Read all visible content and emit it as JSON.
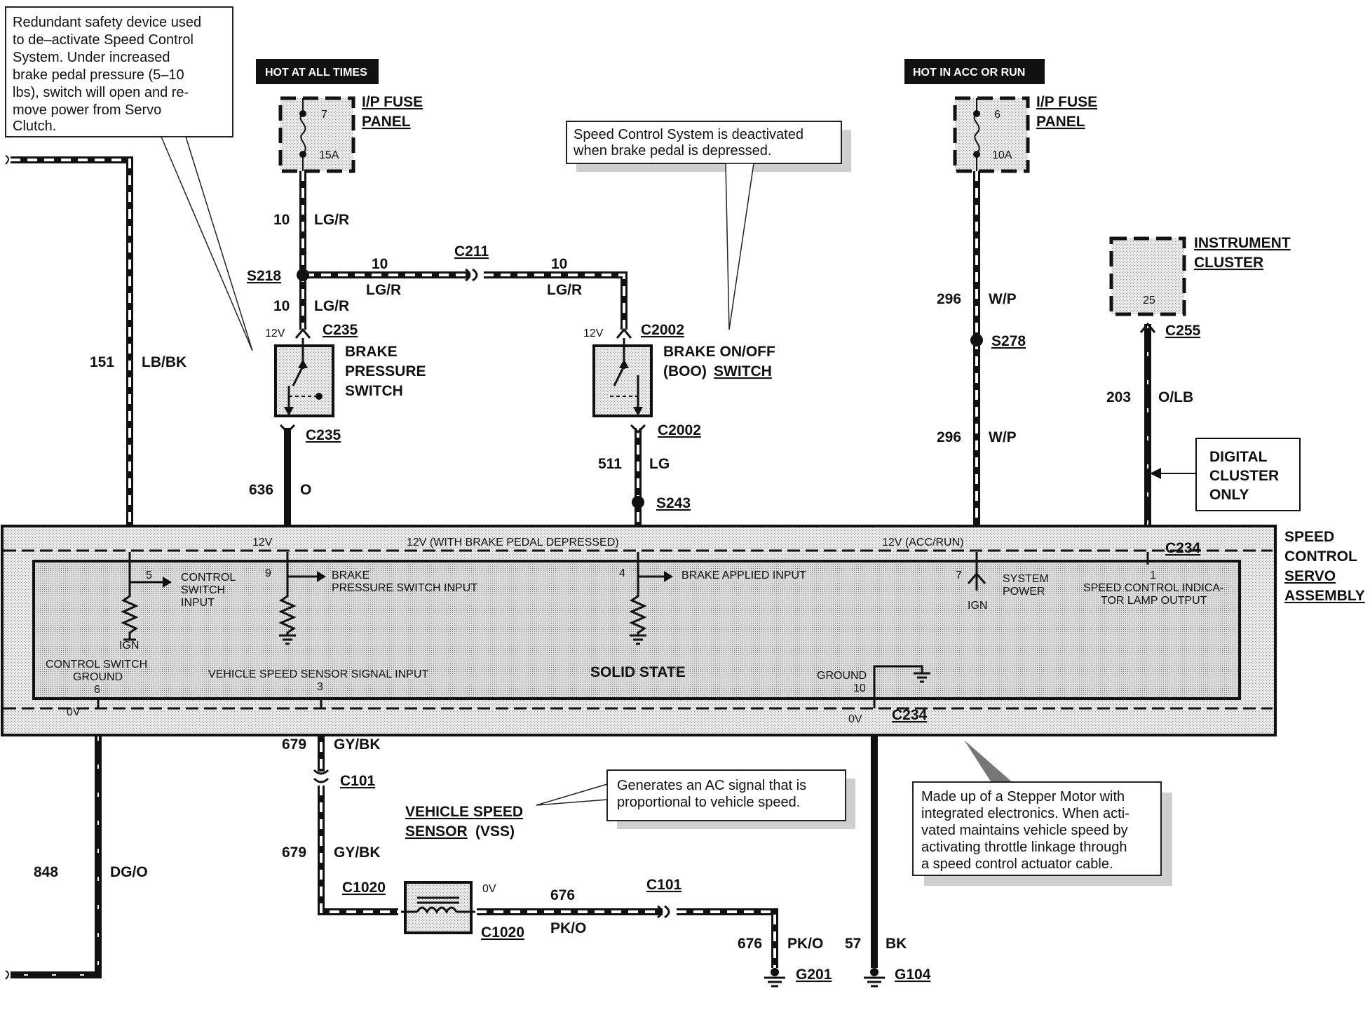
{
  "notes": {
    "redundant": [
      "Redundant safety device used",
      "to de–activate Speed Control",
      "System.  Under  increased",
      "brake pedal pressure (5–10",
      "lbs), switch will open and re-",
      "move  power  from  Servo",
      "Clutch."
    ],
    "boo": [
      "Speed Control System is deactivated",
      "when brake pedal is depressed."
    ],
    "vss": [
      "Generates an AC signal that is",
      "proportional to vehicle speed."
    ],
    "stepper": [
      "Made up of a Stepper Motor with",
      "integrated electronics. When acti-",
      "vated maintains vehicle speed by",
      "activating throttle linkage through",
      "a speed control actuator cable."
    ]
  },
  "headers": {
    "hot_always": "HOT AT ALL TIMES",
    "hot_acc": "HOT IN ACC OR RUN"
  },
  "fuse1": {
    "title1": "I/P FUSE",
    "title2": "PANEL",
    "num": "7",
    "amp": "15A"
  },
  "fuse2": {
    "title1": "I/P FUSE",
    "title2": "PANEL",
    "num": "6",
    "amp": "10A"
  },
  "cluster": {
    "title1": "INSTRUMENT",
    "title2": "CLUSTER",
    "pin": "25",
    "conn": "C255"
  },
  "digital_note": [
    "DIGITAL",
    "CLUSTER",
    "ONLY"
  ],
  "brake_pressure": {
    "title": [
      "BRAKE",
      "PRESSURE",
      "SWITCH"
    ],
    "conn": "C235",
    "v": "12V"
  },
  "boo_switch": {
    "title1": "BRAKE ON/OFF",
    "title2a": "(BOO)",
    "title2b": "SWITCH",
    "conn": "C2002",
    "v": "12V"
  },
  "splices": {
    "s218": "S218",
    "s243": "S243",
    "s278": "S278",
    "c211": "C211"
  },
  "wires": {
    "w151": "151",
    "c151": "LB/BK",
    "w10": "10",
    "cLGR": "LG/R",
    "w636": "636",
    "cO": "O",
    "w511": "511",
    "cLG": "LG",
    "w296": "296",
    "cWP": "W/P",
    "w203": "203",
    "cOLB": "O/LB",
    "w679": "679",
    "cGYBK": "GY/BK",
    "w848": "848",
    "cDGO": "DG/O",
    "w676": "676",
    "cPKO": "PK/O",
    "w57": "57",
    "cBK": "BK"
  },
  "servo": {
    "title": [
      "SPEED",
      "CONTROL",
      "SERVO",
      "ASSEMBLY"
    ],
    "conn": "C234",
    "v12": "12V",
    "v12brake": "12V (WITH BRAKE PEDAL DEPRESSED)",
    "v12acc": "12V (ACC/RUN)",
    "solid": "SOLID STATE",
    "ov": "0V",
    "ign": "IGN",
    "pins": {
      "p5": "5",
      "p5a": "CONTROL",
      "p5b": "SWITCH",
      "p5c": "INPUT",
      "p9": "9",
      "p9a": "BRAKE",
      "p9b": "PRESSURE SWITCH INPUT",
      "p4": "4",
      "p4a": "BRAKE APPLIED INPUT",
      "p7": "7",
      "p7a": "SYSTEM",
      "p7b": "POWER",
      "p1": "1",
      "p1a": "SPEED CONTROL INDICA-",
      "p1b": "TOR LAMP OUTPUT",
      "p6a": "CONTROL SWITCH",
      "p6b": "GROUND",
      "p6": "6",
      "p3a": "VEHICLE SPEED SENSOR SIGNAL INPUT",
      "p3": "3",
      "p10a": "GROUND",
      "p10": "10"
    }
  },
  "vss": {
    "title1": "VEHICLE SPEED",
    "title2a": "SENSOR",
    "title2b": "(VSS)",
    "c101": "C101",
    "c1020": "C1020",
    "ov": "0V"
  },
  "grounds": {
    "g201": "G201",
    "g104": "G104"
  }
}
